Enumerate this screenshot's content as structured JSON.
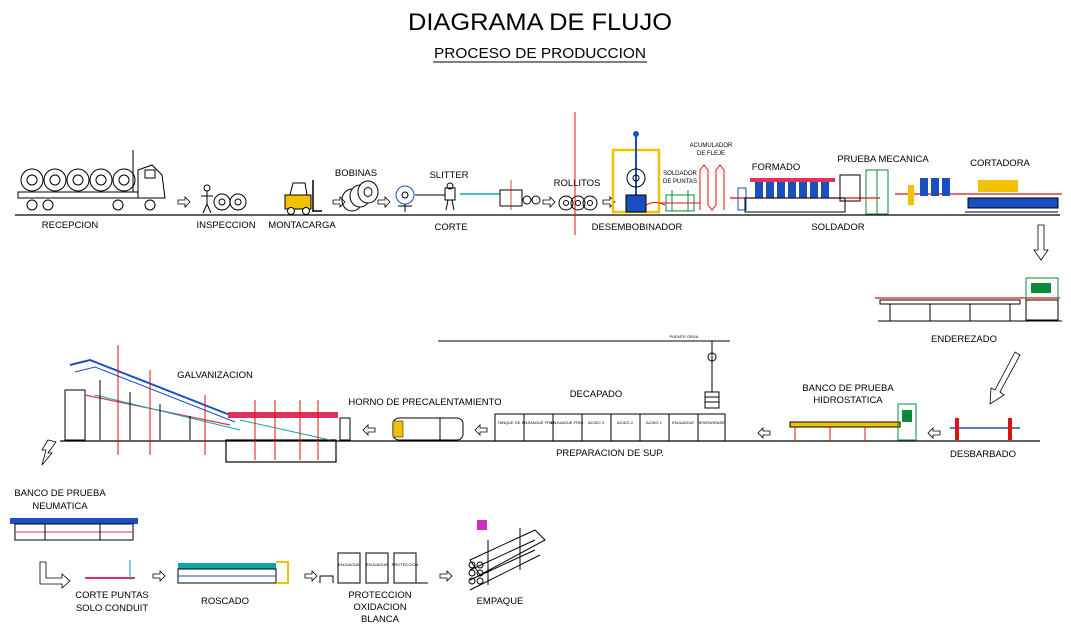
{
  "title": "DIAGRAMA DE FLUJO",
  "subtitle": "PROCESO DE PRODUCCION",
  "stages": {
    "recepcion": "RECEPCION",
    "inspeccion": "INSPECCION",
    "montacarga": "MONTACARGA",
    "bobinas": "BOBINAS",
    "slitter": "SLITTER",
    "corte": "CORTE",
    "rollitos": "ROLLITOS",
    "desembobinador": "DESEMBOBINADOR",
    "soldador_puntas_1": "SOLDADOR",
    "soldador_puntas_2": "DE PUNTAS",
    "acumulador_1": "ACUMULADOR",
    "acumulador_2": "DE FLEJE",
    "formado": "FORMADO",
    "prueba_mecanica": "PRUEBA MECANICA",
    "soldador": "SOLDADOR",
    "cortadora": "CORTADORA",
    "enderezado": "ENDEREZADO",
    "desbarbado": "DESBARBADO",
    "banco_hidro_1": "BANCO DE PRUEBA",
    "banco_hidro_2": "HIDROSTATICA",
    "puente_grua": "PUENTE GRUA",
    "decapado": "DECAPADO",
    "preparacion": "PREPARACION DE SUP.",
    "horno": "HORNO DE PRECALENTAMIENTO",
    "galvanizacion": "GALVANIZACION",
    "banco_neu_1": "BANCO DE PRUEBA",
    "banco_neu_2": "NEUMATICA",
    "corte_puntas_1": "CORTE PUNTAS",
    "corte_puntas_2": "SOLO CONDUIT",
    "roscado": "ROSCADO",
    "proteccion_1": "PROTECCION",
    "proteccion_2": "OXIDACION",
    "proteccion_3": "BLANCA",
    "empaque": "EMPAQUE"
  },
  "tank_labels": [
    "DESENGRASE",
    "ENJUAGUE",
    "ACIDO 1",
    "ACIDO 2",
    "ACIDO 3",
    "ENJUAGUE FRIO",
    "ENJUAGUE FRIO",
    "TANQUE DE"
  ],
  "protection_tanks": [
    "ENJUAGUE",
    "ENJUAGUE",
    "PROTECCION"
  ]
}
